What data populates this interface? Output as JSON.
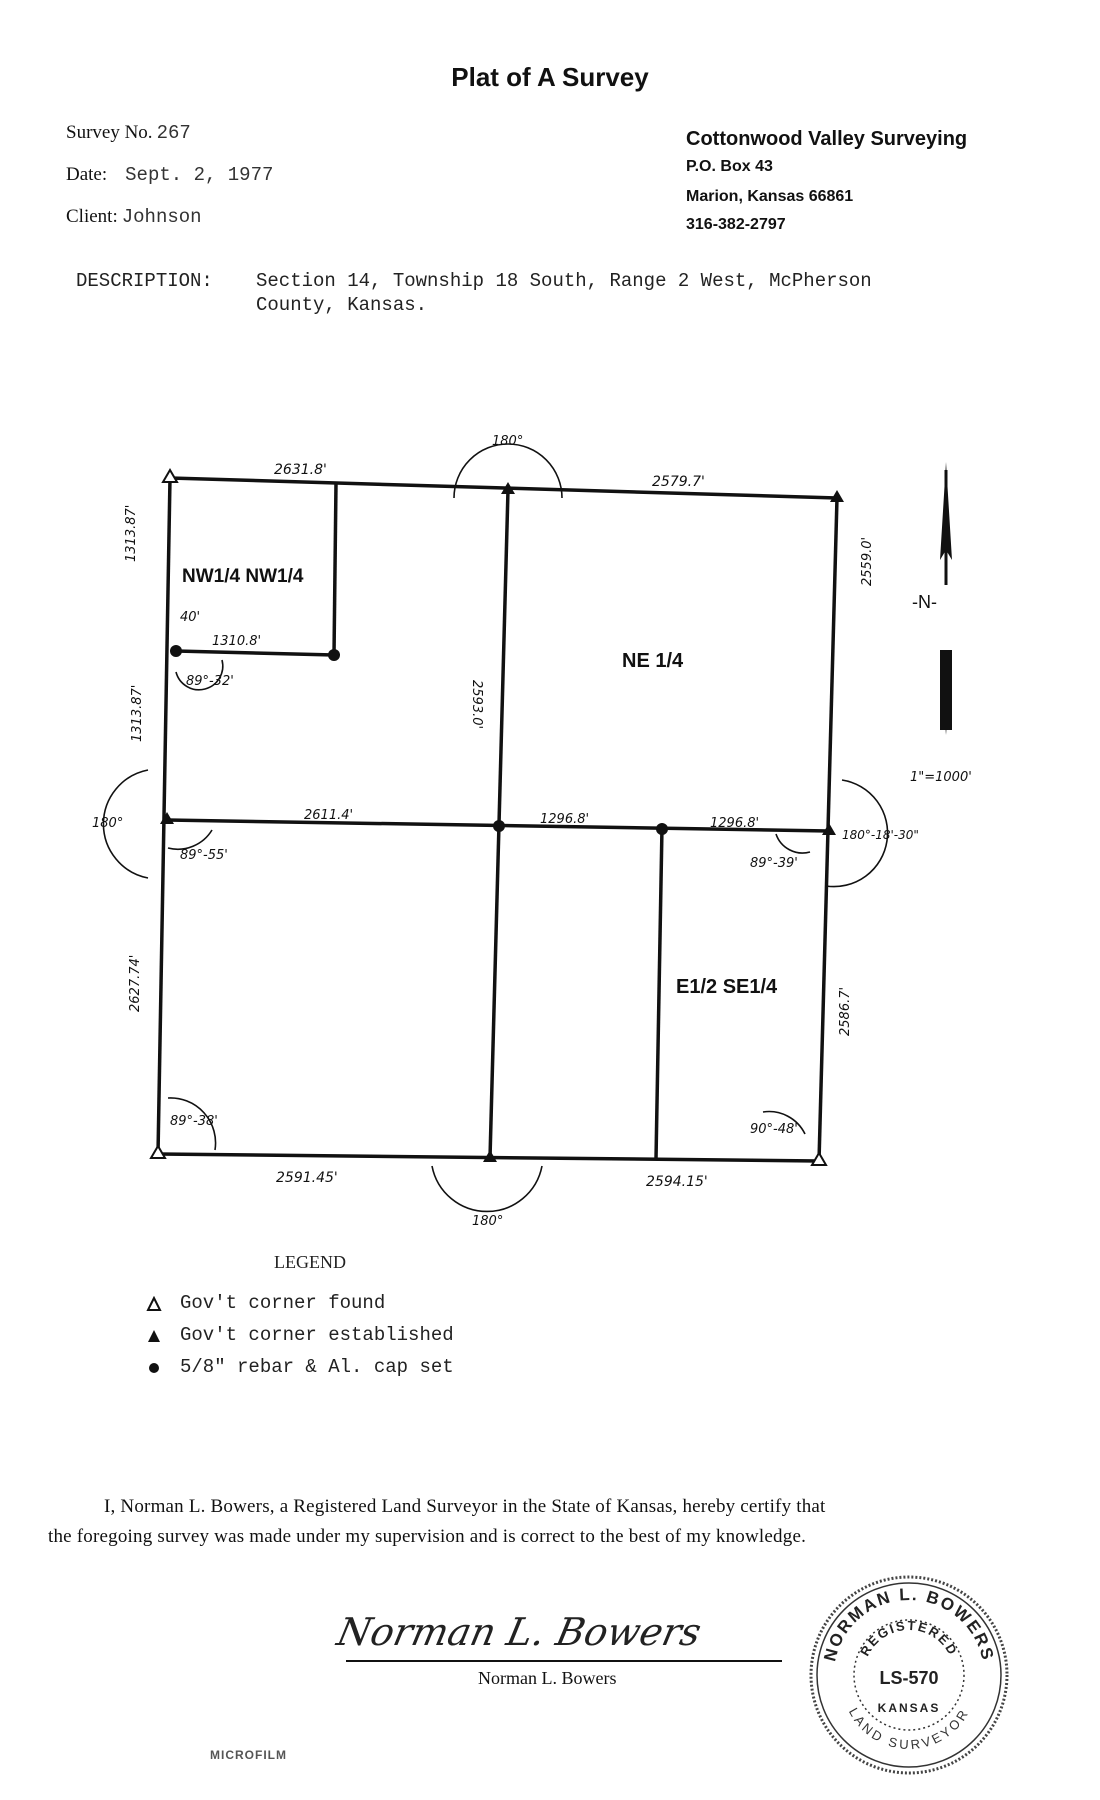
{
  "header": {
    "title": "Plat of A Survey",
    "survey_no_label": "Survey No.",
    "survey_no": "267",
    "date_label": "Date:",
    "date": "Sept. 2, 1977",
    "client_label": "Client:",
    "client": "Johnson"
  },
  "company": {
    "name": "Cottonwood Valley Surveying",
    "box": "P.O. Box 43",
    "city": "Marion, Kansas 66861",
    "phone": "316-382-2797"
  },
  "description": {
    "label": "DESCRIPTION:",
    "line1": "Section 14, Township 18 South, Range 2 West, McPherson",
    "line2": "County, Kansas."
  },
  "plat": {
    "top_left_dist": "2631.8'",
    "top_right_dist": "2579.7'",
    "top_angle": "180°",
    "nw_label": "NW1/4 NW1/4",
    "ne_label": "NE 1/4",
    "e_half_label": "E1/2 SE1/4",
    "west_upper_dist": "1313.87'",
    "west_mid_dist": "1313.87'",
    "west_lower_dist": "2627.74'",
    "offset_40": "40'",
    "nw_south_dist": "1310.8'",
    "nw_angle": "89°-32'",
    "center_line_dist": "2593.0'",
    "east_upper_dist": "2559.0'",
    "east_lower_dist": "2586.7'",
    "mid_left_dist": "2611.4'",
    "mid_center_dist": "1296.8'",
    "mid_right_dist": "1296.8'",
    "west_angle": "180°",
    "west_mid_angle": "89°-55'",
    "east_angle": "180°-18'-30\"",
    "east_mid_angle": "89°-39'",
    "sw_angle": "89°-38'",
    "se_angle": "90°-48'",
    "bottom_left_dist": "2591.45'",
    "bottom_right_dist": "2594.15'",
    "bottom_angle": "180°",
    "north_label": "-N-",
    "scale": "1\"=1000'"
  },
  "legend": {
    "title": "LEGEND",
    "items": [
      {
        "symbol": "open-triangle",
        "label": "Gov't corner found"
      },
      {
        "symbol": "filled-triangle",
        "label": "Gov't corner established"
      },
      {
        "symbol": "filled-circle",
        "label": "5/8\" rebar & Al. cap set"
      }
    ]
  },
  "certification": {
    "line1": "I, Norman L. Bowers, a Registered Land Surveyor in the State of Kansas, hereby certify that",
    "line2": "the foregoing survey was made under my supervision and is correct to the best of my knowledge.",
    "signature": "Norman L. Bowers",
    "printed_name": "Norman L. Bowers"
  },
  "seal": {
    "name": "NORMAN L. BOWERS",
    "registered": "REGISTERED",
    "number": "LS-570",
    "state": "KANSAS",
    "role": "LAND SURVEYOR"
  },
  "footer": {
    "microfilm": "MICROFILM"
  }
}
